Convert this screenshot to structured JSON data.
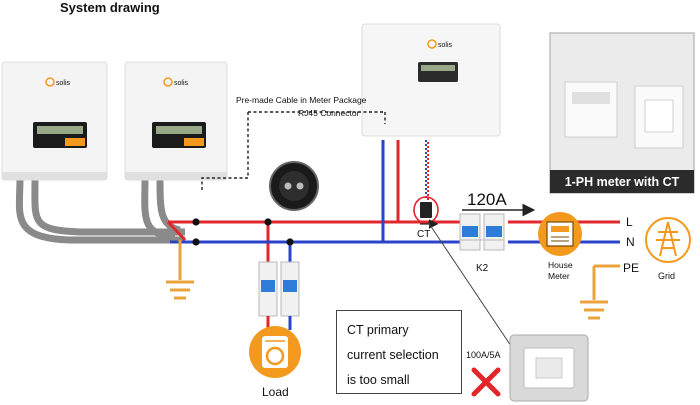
{
  "title": "System drawing",
  "brand": "solis",
  "cable_note": {
    "line1": "Pre-made Cable in Meter Package",
    "line2": "RJ45 Connector"
  },
  "meter_panel_label": "1-PH meter with CT",
  "current_rating": "120A",
  "ct_label": "CT",
  "breaker_label": "K2",
  "house_meter_label": {
    "line1": "House",
    "line2": "Meter"
  },
  "line_labels": {
    "live": "L",
    "neutral": "N",
    "earth": "PE"
  },
  "grid_label": "Grid",
  "load_label": "Load",
  "ct_rating": "100A/5A",
  "annotation": {
    "line1": "CT primary",
    "line2": "current selection",
    "line3": "is too small"
  },
  "colors": {
    "live": "#e3262c",
    "neutral": "#2a43c9",
    "earth": "#e8a33a",
    "accent": "#f39a1e",
    "device": "#f4f4f4",
    "panel_header": "#2b2b2b"
  }
}
